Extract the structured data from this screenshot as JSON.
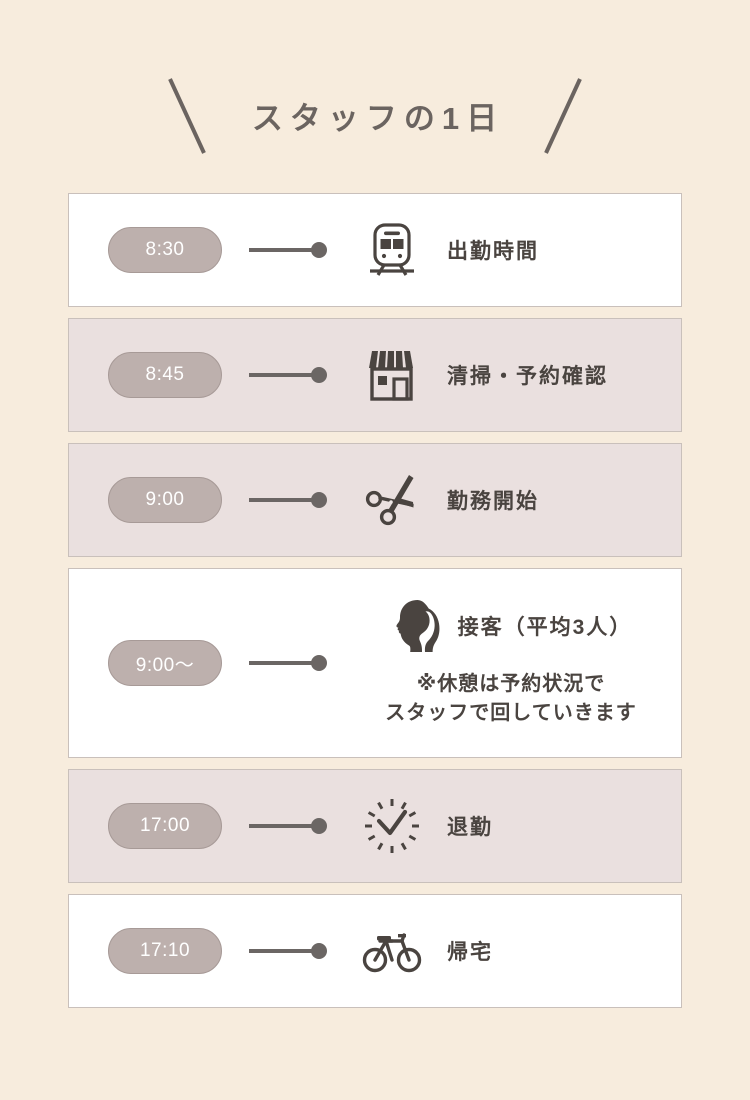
{
  "page": {
    "background_color": "#f7ecdd",
    "title": "スタッフの1日",
    "title_color": "#6b6460",
    "accent_pill_color": "#bdb0ad",
    "shaded_row_color": "#eae0df",
    "light_row_color": "#ffffff",
    "icon_color": "#4a4440"
  },
  "timeline": {
    "rows": [
      {
        "time": "8:30",
        "icon": "train-icon",
        "label": "出勤時間",
        "style": "light",
        "note": ""
      },
      {
        "time": "8:45",
        "icon": "shop-icon",
        "label": "清掃・予約確認",
        "style": "shade",
        "note": ""
      },
      {
        "time": "9:00",
        "icon": "scissors-icon",
        "label": "勤務開始",
        "style": "shade",
        "note": ""
      },
      {
        "time": "9:00〜",
        "icon": "woman-head-icon",
        "label": "接客（平均3人）",
        "style": "light",
        "note_line1": "※休憩は予約状況で",
        "note_line2": "スタッフで回していきます"
      },
      {
        "time": "17:00",
        "icon": "clock-icon",
        "label": "退勤",
        "style": "shade",
        "note": ""
      },
      {
        "time": "17:10",
        "icon": "bicycle-icon",
        "label": "帰宅",
        "style": "light",
        "note": ""
      }
    ]
  }
}
